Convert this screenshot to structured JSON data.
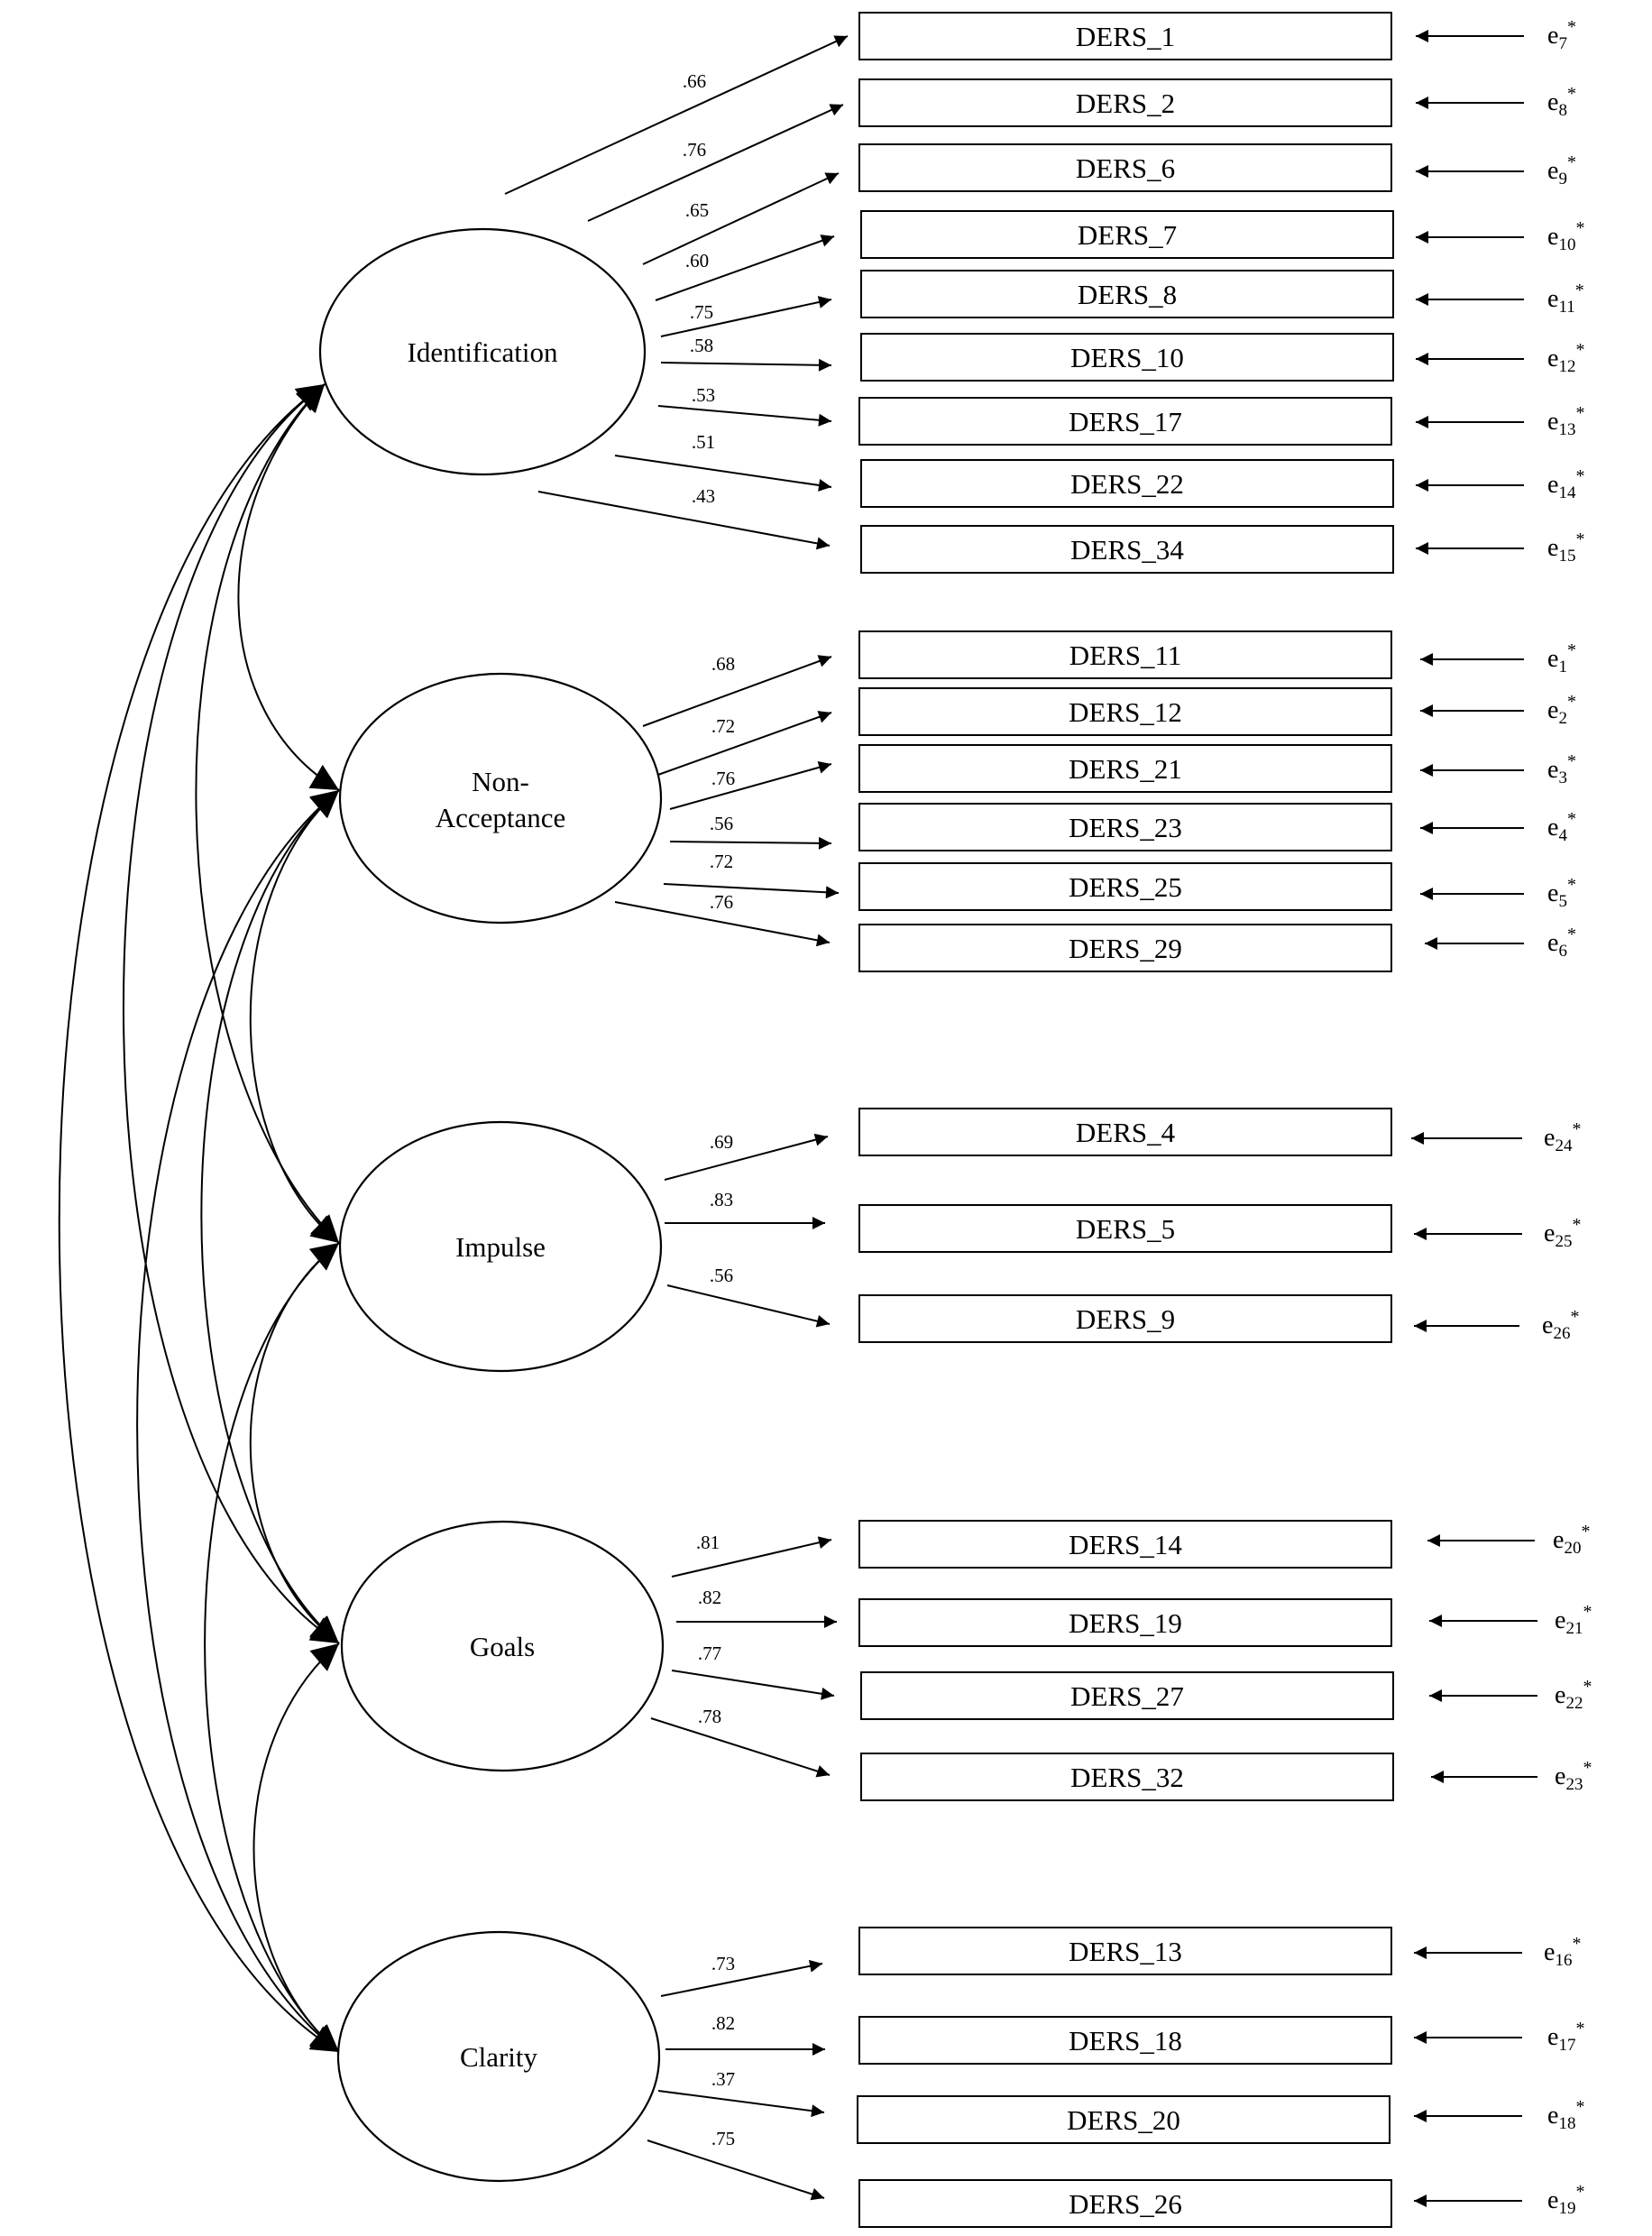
{
  "factors": [
    {
      "id": "identification",
      "label_lines": [
        "Identification"
      ]
    },
    {
      "id": "non-acceptance",
      "label_lines": [
        "Non-",
        "Acceptance"
      ]
    },
    {
      "id": "impulse",
      "label_lines": [
        "Impulse"
      ]
    },
    {
      "id": "goals",
      "label_lines": [
        "Goals"
      ]
    },
    {
      "id": "clarity",
      "label_lines": [
        "Clarity"
      ]
    }
  ],
  "items": [
    {
      "factor": "identification",
      "label": "DERS_1",
      "loading": ".66",
      "error": "7"
    },
    {
      "factor": "identification",
      "label": "DERS_2",
      "loading": ".76",
      "error": "8"
    },
    {
      "factor": "identification",
      "label": "DERS_6",
      "loading": ".65",
      "error": "9"
    },
    {
      "factor": "identification",
      "label": "DERS_7",
      "loading": ".60",
      "error": "10"
    },
    {
      "factor": "identification",
      "label": "DERS_8",
      "loading": ".75",
      "error": "11"
    },
    {
      "factor": "identification",
      "label": "DERS_10",
      "loading": ".58",
      "error": "12"
    },
    {
      "factor": "identification",
      "label": "DERS_17",
      "loading": ".53",
      "error": "13"
    },
    {
      "factor": "identification",
      "label": "DERS_22",
      "loading": ".51",
      "error": "14"
    },
    {
      "factor": "identification",
      "label": "DERS_34",
      "loading": ".43",
      "error": "15"
    },
    {
      "factor": "non-acceptance",
      "label": "DERS_11",
      "loading": ".68",
      "error": "1"
    },
    {
      "factor": "non-acceptance",
      "label": "DERS_12",
      "loading": ".72",
      "error": "2"
    },
    {
      "factor": "non-acceptance",
      "label": "DERS_21",
      "loading": ".76",
      "error": "3"
    },
    {
      "factor": "non-acceptance",
      "label": "DERS_23",
      "loading": ".56",
      "error": "4"
    },
    {
      "factor": "non-acceptance",
      "label": "DERS_25",
      "loading": ".72",
      "error": "5"
    },
    {
      "factor": "non-acceptance",
      "label": "DERS_29",
      "loading": ".76",
      "error": "6"
    },
    {
      "factor": "impulse",
      "label": "DERS_4",
      "loading": ".69",
      "error": "24"
    },
    {
      "factor": "impulse",
      "label": "DERS_5",
      "loading": ".83",
      "error": "25"
    },
    {
      "factor": "impulse",
      "label": "DERS_9",
      "loading": ".56",
      "error": "26"
    },
    {
      "factor": "goals",
      "label": "DERS_14",
      "loading": ".81",
      "error": "20"
    },
    {
      "factor": "goals",
      "label": "DERS_19",
      "loading": ".82",
      "error": "21"
    },
    {
      "factor": "goals",
      "label": "DERS_27",
      "loading": ".77",
      "error": "22"
    },
    {
      "factor": "goals",
      "label": "DERS_32",
      "loading": ".78",
      "error": "23"
    },
    {
      "factor": "clarity",
      "label": "DERS_13",
      "loading": ".73",
      "error": "16"
    },
    {
      "factor": "clarity",
      "label": "DERS_18",
      "loading": ".82",
      "error": "17"
    },
    {
      "factor": "clarity",
      "label": "DERS_20",
      "loading": ".37",
      "error": "18"
    },
    {
      "factor": "clarity",
      "label": "DERS_26",
      "loading": ".75",
      "error": "19"
    }
  ],
  "error_prefix": "e",
  "error_marker": "*",
  "covariances": [
    [
      "identification",
      "non-acceptance"
    ],
    [
      "identification",
      "impulse"
    ],
    [
      "identification",
      "goals"
    ],
    [
      "identification",
      "clarity"
    ],
    [
      "non-acceptance",
      "impulse"
    ],
    [
      "non-acceptance",
      "goals"
    ],
    [
      "non-acceptance",
      "clarity"
    ],
    [
      "impulse",
      "goals"
    ],
    [
      "impulse",
      "clarity"
    ],
    [
      "goals",
      "clarity"
    ]
  ]
}
